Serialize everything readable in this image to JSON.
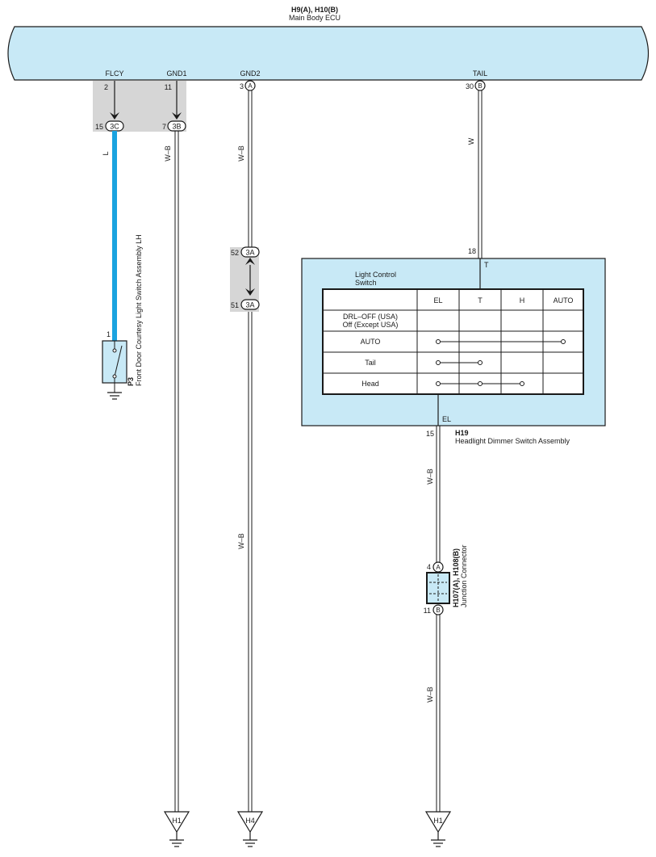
{
  "ecu": {
    "id": "H9(A), H10(B)",
    "name": "Main Body ECU",
    "pins": {
      "flcy": {
        "label": "FLCY",
        "num": "2"
      },
      "gnd1": {
        "label": "GND1",
        "num": "11"
      },
      "gnd2": {
        "label": "GND2",
        "num": "3",
        "connector": "A"
      },
      "tail": {
        "label": "TAIL",
        "num": "30",
        "connector": "B"
      }
    }
  },
  "junctions": {
    "j3c": {
      "num": "15",
      "label": "3C"
    },
    "j3b": {
      "num": "7",
      "label": "3B"
    },
    "j3a_top": {
      "num": "52",
      "label": "3A"
    },
    "j3a_bottom": {
      "num": "51",
      "label": "3A"
    }
  },
  "wires": {
    "flcy": "L",
    "gnd1": "W–B",
    "gnd2_upper": "W–B",
    "gnd2_lower": "W–B",
    "tail": "W",
    "dimmer_upper": "W–B",
    "dimmer_lower": "W–B"
  },
  "p3": {
    "pin": "1",
    "id": "P3",
    "name": "Front Door Courtesy Light Switch Assembly LH"
  },
  "h19": {
    "pin_top": "18",
    "pin_top_label": "T",
    "pin_bottom": "15",
    "pin_bottom_label": "EL",
    "id": "H19",
    "name": "Headlight Dimmer Switch Assembly",
    "switch_title_1": "Light Control",
    "switch_title_2": "Switch",
    "table": {
      "columns": [
        "EL",
        "T",
        "H",
        "AUTO"
      ],
      "rows": [
        {
          "label_1": "DRL–OFF (USA)",
          "label_2": "Off (Except USA)"
        },
        {
          "label_1": "AUTO"
        },
        {
          "label_1": "Tail"
        },
        {
          "label_1": "Head"
        }
      ]
    }
  },
  "junction_connector": {
    "pin_top": "4",
    "connector_top": "A",
    "pin_bottom": "11",
    "connector_bottom": "B",
    "id": "H107(A), H108(B)",
    "name": "Junction Connector"
  },
  "grounds": [
    "H1",
    "H4",
    "H1"
  ],
  "colors": {
    "ecu_fill": "#c8e9f6",
    "junction_gray": "#d6d6d6",
    "wire_l_blue": "#1aa3e0",
    "outline": "#1a1a1a"
  }
}
